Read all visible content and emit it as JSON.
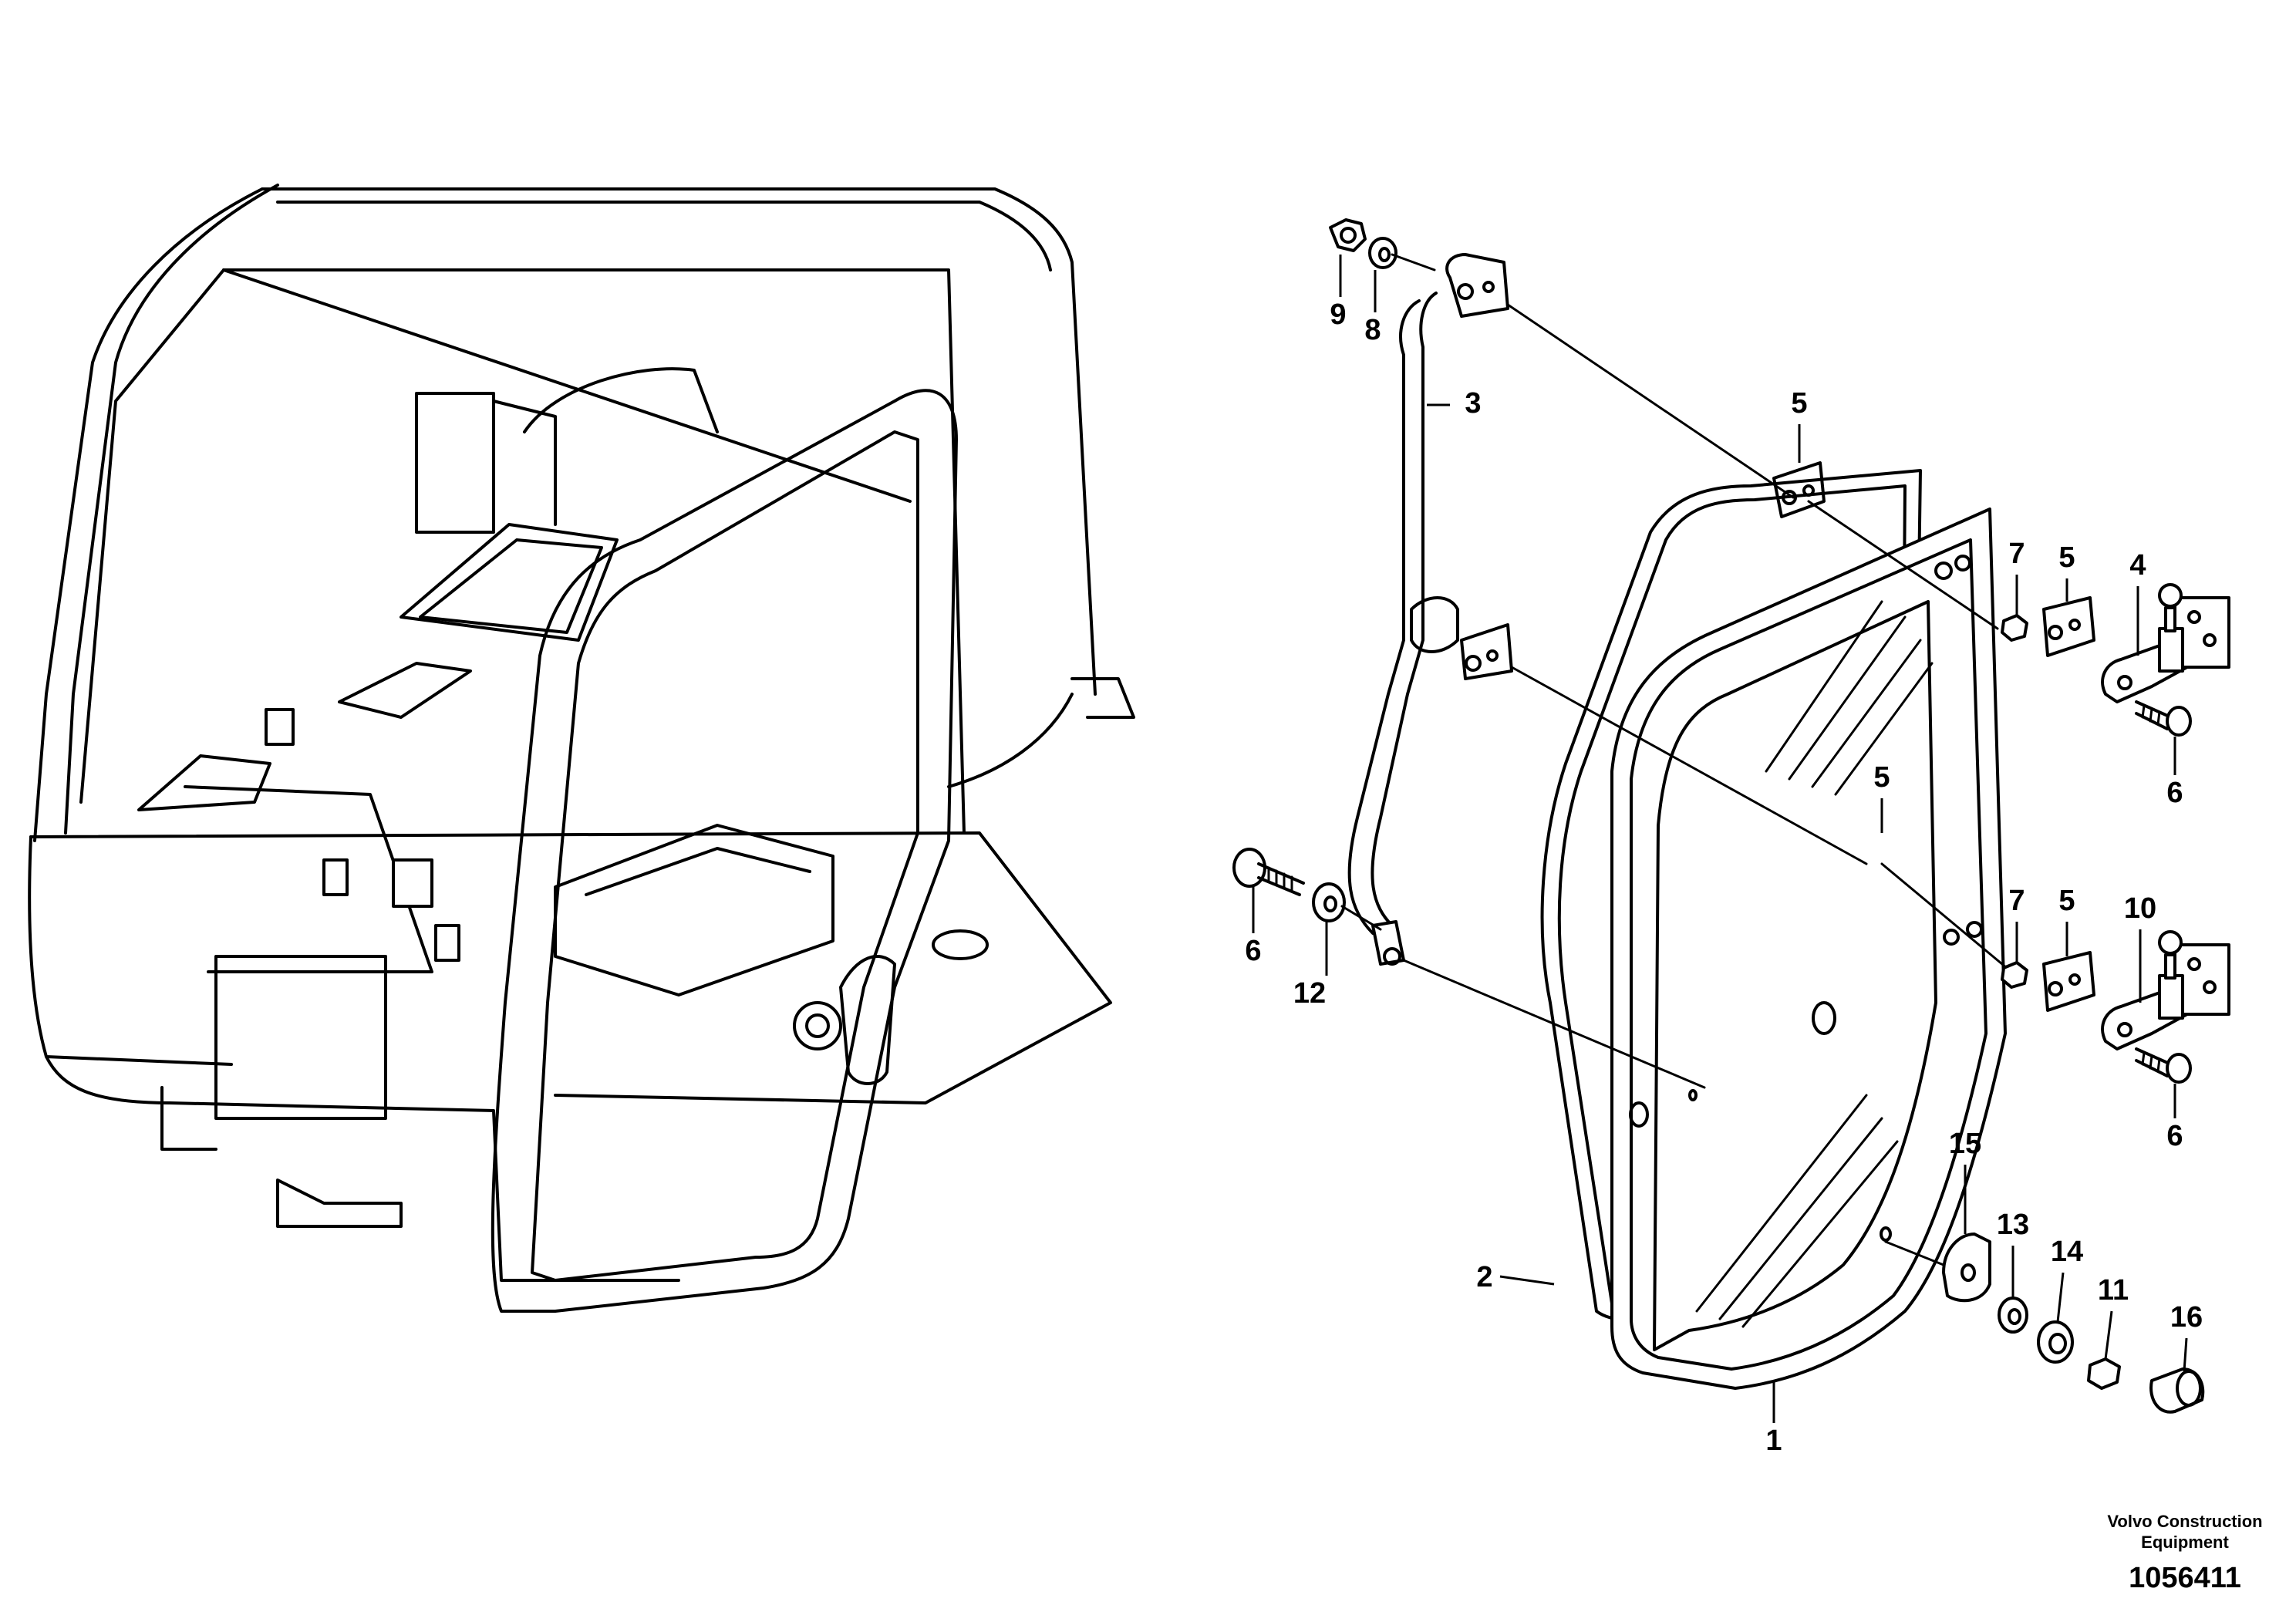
{
  "callouts": {
    "c1": "1",
    "c2": "2",
    "c3": "3",
    "c4": "4",
    "c5a": "5",
    "c5b": "5",
    "c5c": "5",
    "c5d": "5",
    "c6a": "6",
    "c6b": "6",
    "c6c": "6",
    "c7a": "7",
    "c7b": "7",
    "c8": "8",
    "c9": "9",
    "c10": "10",
    "c11": "11",
    "c12": "12",
    "c13": "13",
    "c14": "14",
    "c15": "15",
    "c16": "16"
  },
  "footer": {
    "company_line1": "Volvo Construction",
    "company_line2": "Equipment",
    "drawing_number": "1056411"
  }
}
